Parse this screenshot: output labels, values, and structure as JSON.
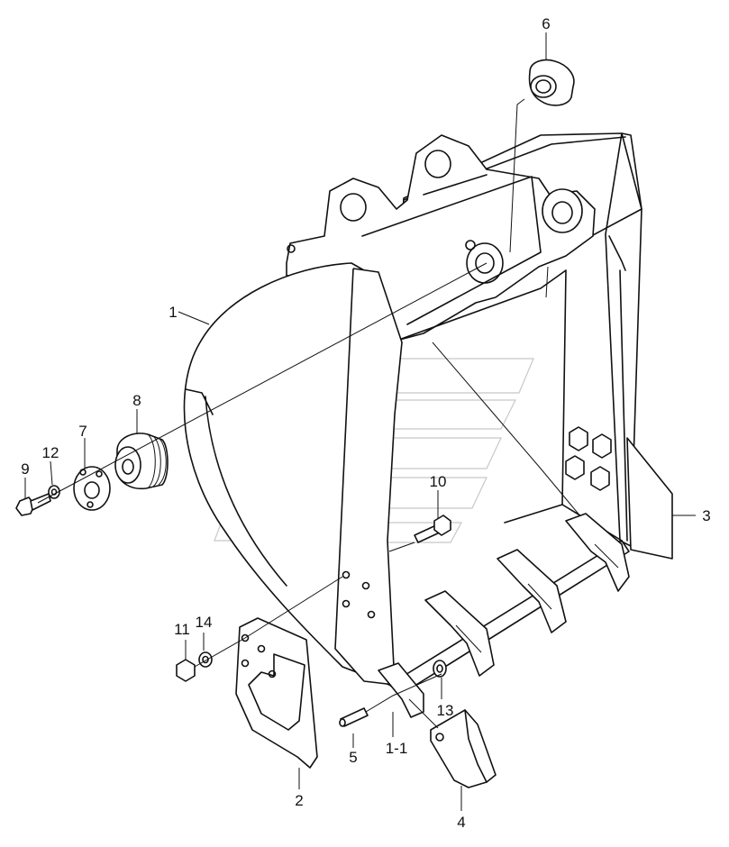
{
  "diagram": {
    "labels": {
      "p1": "1",
      "p1_1": "1-1",
      "p2": "2",
      "p3": "3",
      "p4": "4",
      "p5": "5",
      "p6": "6",
      "p7": "7",
      "p8": "8",
      "p9": "9",
      "p10": "10",
      "p11": "11",
      "p12": "12",
      "p13": "13",
      "p14": "14"
    }
  }
}
